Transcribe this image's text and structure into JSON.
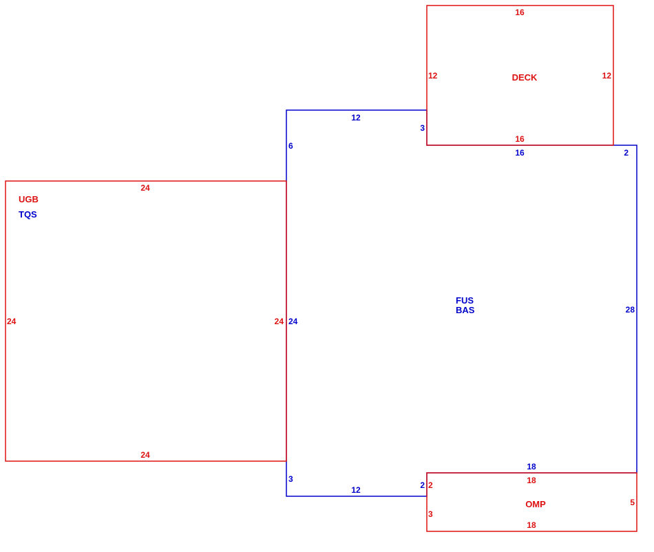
{
  "colors": {
    "red": "#dd1111",
    "blue": "#0000cc"
  },
  "deck": {
    "name": "DECK",
    "top": "16",
    "left": "12",
    "right": "12",
    "bottom": "16"
  },
  "main": {
    "code1": "FUS",
    "code2": "BAS",
    "top_left": "12",
    "step_top": "3",
    "left_upper": "6",
    "top_right": "16",
    "corner_right": "2",
    "right": "28",
    "left_lower": "24",
    "bottom_step": "18",
    "left_bottom": "3",
    "bottom": "12",
    "step_bottom": "2"
  },
  "garage": {
    "code1": "UGB",
    "code2": "TQS",
    "top": "24",
    "left": "24",
    "right": "24",
    "bottom": "24"
  },
  "porch": {
    "name": "OMP",
    "top": "18",
    "left_top": "2",
    "left_bottom": "3",
    "right": "5",
    "bottom": "18"
  }
}
